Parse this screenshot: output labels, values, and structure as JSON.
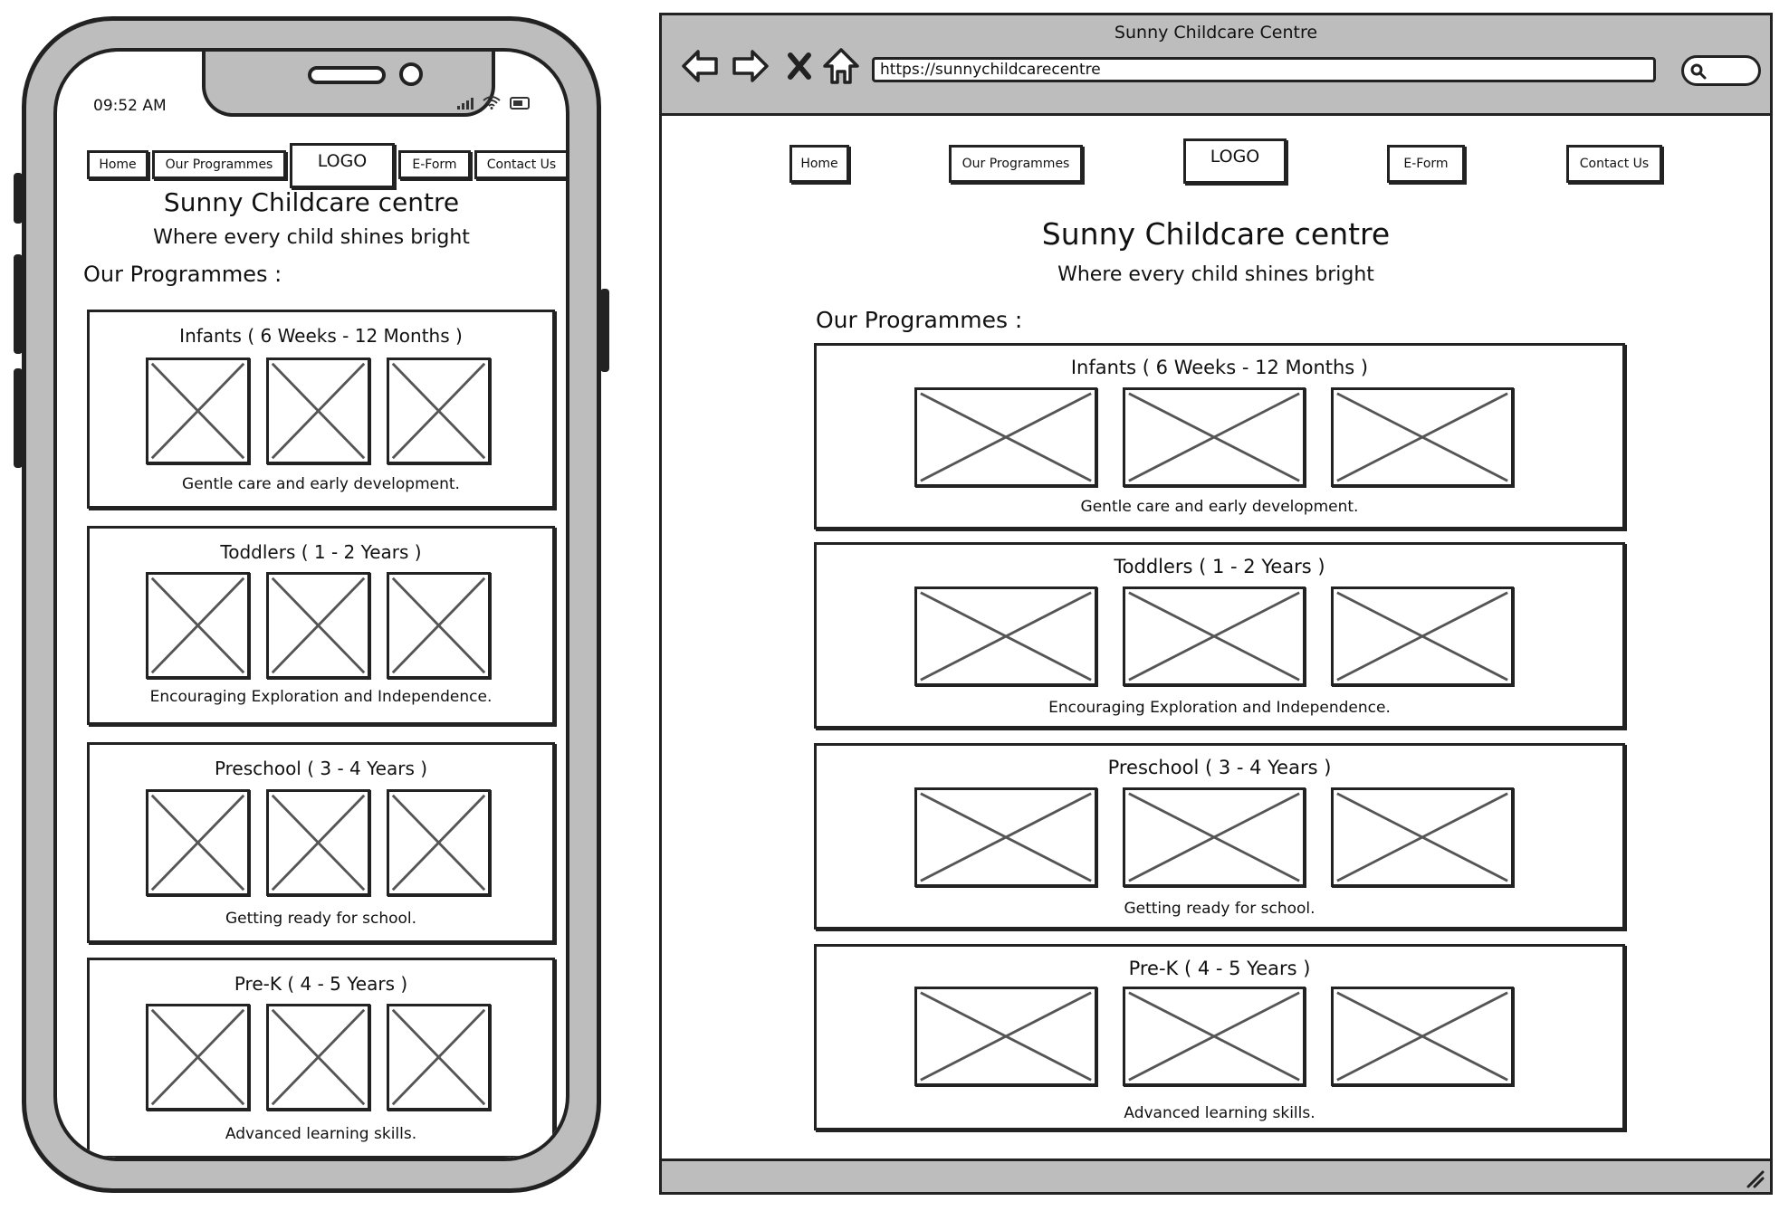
{
  "phone": {
    "status_time": "09:52 AM",
    "nav": {
      "home": "Home",
      "programmes": "Our Programmes",
      "logo": "LOGO",
      "eform": "E-Form",
      "contact": "Contact Us"
    },
    "site_title": "Sunny Childcare centre",
    "tagline": "Where every child shines bright",
    "section_heading": "Our Programmes :",
    "programmes": [
      {
        "title": "Infants ( 6 Weeks - 12 Months )",
        "desc": "Gentle care and early development."
      },
      {
        "title": "Toddlers ( 1 - 2 Years )",
        "desc": "Encouraging Exploration and Independence."
      },
      {
        "title": "Preschool ( 3 - 4 Years )",
        "desc": "Getting ready for school."
      },
      {
        "title": "Pre-K ( 4 - 5 Years )",
        "desc": "Advanced learning skills."
      }
    ]
  },
  "browser": {
    "window_title": "Sunny Childcare Centre",
    "url": "https://sunnychildcarecentre",
    "nav": {
      "home": "Home",
      "programmes": "Our Programmes",
      "logo": "LOGO",
      "eform": "E-Form",
      "contact": "Contact Us"
    },
    "site_title": "Sunny Childcare centre",
    "tagline": "Where every child shines bright",
    "section_heading": "Our Programmes :",
    "programmes": [
      {
        "title": "Infants ( 6 Weeks - 12 Months )",
        "desc": "Gentle care and early development."
      },
      {
        "title": "Toddlers ( 1 - 2 Years )",
        "desc": "Encouraging Exploration and Independence."
      },
      {
        "title": "Preschool ( 3 - 4 Years )",
        "desc": "Getting ready for school."
      },
      {
        "title": "Pre-K ( 4 - 5 Years )",
        "desc": "Advanced learning skills."
      }
    ]
  },
  "icons": {
    "back": "back-arrow-icon",
    "forward": "forward-arrow-icon",
    "close": "close-icon",
    "home": "home-icon",
    "search": "search-icon",
    "signal": "signal-icon",
    "wifi": "wifi-icon",
    "battery": "battery-icon",
    "image": "image-placeholder-icon"
  },
  "colors": {
    "frame": "#bdbdbd",
    "stroke": "#222222",
    "background": "#ffffff"
  }
}
